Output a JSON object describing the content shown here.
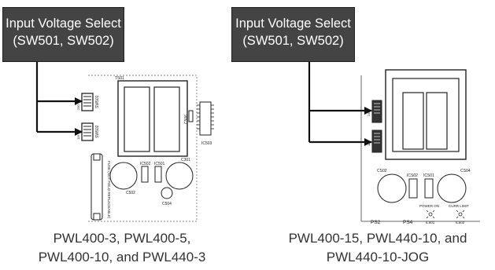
{
  "callouts": {
    "left": {
      "line1": "Input Voltage Select",
      "line2": "(SW501, SW502)"
    },
    "right": {
      "line1": "Input Voltage Select",
      "line2": "(SW501, SW502)"
    }
  },
  "captions": {
    "left": {
      "line1": "PWL400-3, PWL400-5,",
      "line2": "PWL400-10, and PWL440-3"
    },
    "right": {
      "line1": "PWL400-15, PWL440-10, and",
      "line2": "PWL440-10-JOG"
    }
  },
  "board_left": {
    "ts501": "TS01",
    "sw501": "SW501",
    "sw502": "SW502",
    "ic503": "IC503",
    "c506": "C506",
    "c501": "C301",
    "ic502": "IC502",
    "ic501": "IC501",
    "c502": "C502",
    "c504": "C504",
    "fuse_note": "FUSE (NOT FIELD REPLACEABLE)",
    "sw_pos_a": "115",
    "sw_pos_b": "230"
  },
  "board_right": {
    "cs02": "CS02",
    "cs04": "CS04",
    "ics02": "ICS02",
    "ics01": "ICS01",
    "ps2": "PS2",
    "ps4": "PS4",
    "power_on": "POWER  ON",
    "curr_limit": "CURR  LIMIT",
    "il501": "IL501",
    "il502": "IL502",
    "sw_pos_a": "115",
    "sw_pos_b": "230"
  },
  "colors": {
    "callout_bg": "#444444",
    "callout_text": "#ffffff",
    "line": "#111111",
    "caption_text": "#333333"
  }
}
